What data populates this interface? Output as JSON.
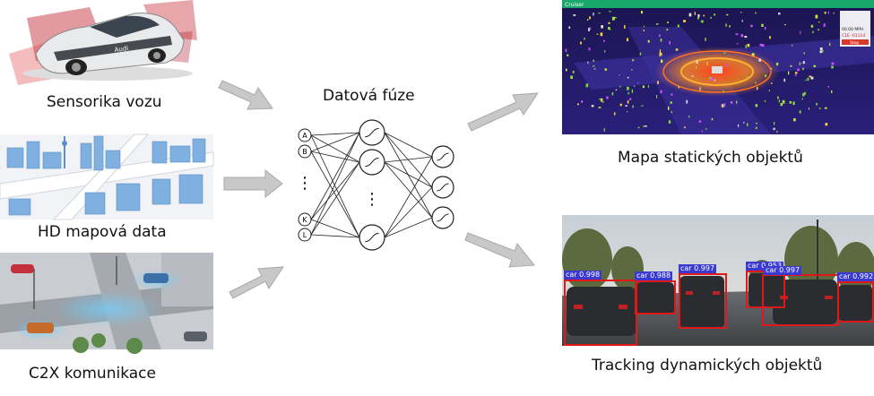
{
  "captions": {
    "sensorika": "Sensorika vozu",
    "hd_map": "HD mapová data",
    "c2x": "C2X komunikace",
    "fusion": "Datová fúze",
    "static_map": "Mapa statických objektů",
    "tracking": "Tracking dynamických objektů"
  },
  "network": {
    "input_labels": [
      "A",
      "B",
      "K",
      "L"
    ],
    "dots": "⋮"
  },
  "car_badge": "Audi",
  "lidar_hud": {
    "title": "Cruiser",
    "speed": "00.00 MPH",
    "gear": "C1E -01114",
    "status": "Stop"
  },
  "detections": [
    {
      "label": "car 0.998"
    },
    {
      "label": "car 0.988"
    },
    {
      "label": "car 0.997"
    },
    {
      "label": "car 0.953"
    },
    {
      "label": "car 0.997"
    },
    {
      "label": "car 0.992"
    }
  ],
  "colors": {
    "arrow": "#c8c8c8",
    "arrow_stroke": "#a8a8a8",
    "detect_box": "#e01818",
    "detect_label_bg": "#3a3ad0"
  }
}
